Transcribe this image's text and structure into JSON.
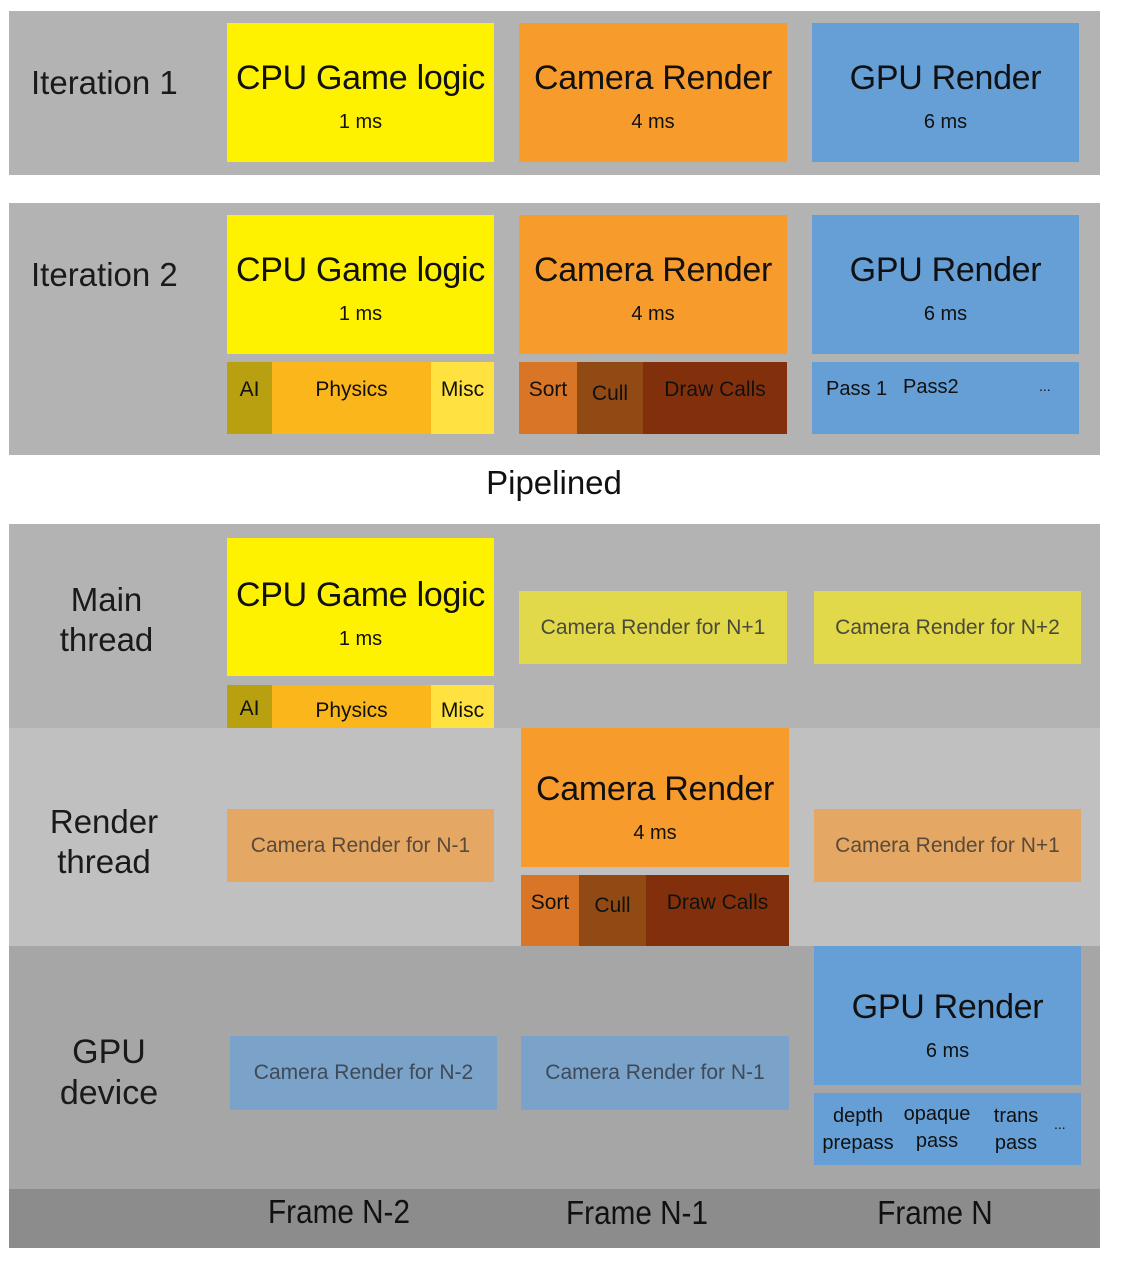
{
  "sections": {
    "iteration1": {
      "label": "Iteration 1",
      "blocks": [
        {
          "title": "CPU Game logic",
          "duration": "1 ms"
        },
        {
          "title": "Camera Render",
          "duration": "4 ms"
        },
        {
          "title": "GPU Render",
          "duration": "6 ms"
        }
      ]
    },
    "iteration2": {
      "label": "Iteration 2",
      "blocks": [
        {
          "title": "CPU Game logic",
          "duration": "1 ms"
        },
        {
          "title": "Camera Render",
          "duration": "4 ms"
        },
        {
          "title": "GPU Render",
          "duration": "6 ms"
        }
      ],
      "cpu_sub": [
        "AI",
        "Physics",
        "Misc"
      ],
      "camera_sub": [
        "Sort",
        "Cull",
        "Draw Calls"
      ],
      "gpu_sub": [
        "Pass 1",
        "Pass2",
        "..."
      ]
    },
    "pipelined_heading": "Pipelined",
    "pipelined": {
      "main_thread": {
        "label_line1": "Main",
        "label_line2": "thread",
        "cpu_block": {
          "title": "CPU Game logic",
          "duration": "1 ms"
        },
        "cpu_sub": [
          "AI",
          "Physics",
          "Misc"
        ],
        "ghost1": "Camera Render for N+1",
        "ghost2": "Camera Render for N+2"
      },
      "render_thread": {
        "label_line1": "Render",
        "label_line2": "thread",
        "ghost1": "Camera Render for N-1",
        "camera_block": {
          "title": "Camera Render",
          "duration": "4 ms"
        },
        "camera_sub": [
          "Sort",
          "Cull",
          "Draw Calls"
        ],
        "ghost2": "Camera Render for N+1"
      },
      "gpu_device": {
        "label_line1": "GPU",
        "label_line2": "device",
        "ghost1": "Camera Render for N-2",
        "ghost2": "Camera Render for N-1",
        "gpu_block": {
          "title": "GPU Render",
          "duration": "6 ms"
        },
        "gpu_sub": [
          {
            "line1": "depth",
            "line2": "prepass"
          },
          {
            "line1": "opaque",
            "line2": "pass"
          },
          {
            "line1": "trans",
            "line2": "pass"
          },
          {
            "line1": "...",
            "line2": ""
          }
        ]
      },
      "frames": [
        "Frame N-2",
        "Frame N-1",
        "Frame N"
      ]
    }
  },
  "colors": {
    "cpu": "#fff200",
    "camera": "#f79b2c",
    "gpu": "#659fd6",
    "panel": "#b3b3b3",
    "render_thread_bg": "#c0c0c0",
    "gpu_device_bg": "#a6a6a6",
    "frame_bar": "#8c8c8c"
  }
}
